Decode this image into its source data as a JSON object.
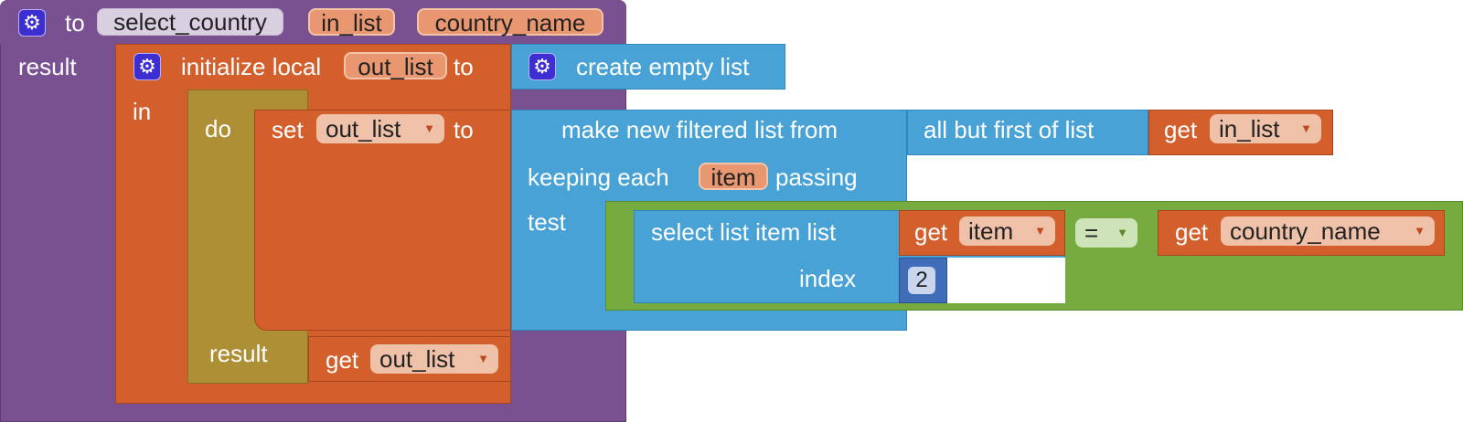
{
  "procedure": {
    "keyword": "to",
    "name": "select_country",
    "params": [
      "in_list",
      "country_name"
    ],
    "result_label": "result"
  },
  "init_local": {
    "label_pre": "initialize local",
    "var_name": "out_list",
    "label_post": "to",
    "in_label": "in"
  },
  "create_empty": {
    "label": "create empty list"
  },
  "do_block": {
    "do_label": "do",
    "result_label": "result"
  },
  "set_block": {
    "set_label": "set",
    "var": "out_list",
    "to_label": "to"
  },
  "filter_block": {
    "line1": "make new filtered list from",
    "keeping_label": "keeping each",
    "item_var": "item",
    "passing_label": "passing",
    "test_label": "test"
  },
  "all_but_first": {
    "label": "all but first of list"
  },
  "get_in_list": {
    "get_label": "get",
    "var": "in_list"
  },
  "compare": {
    "operator": "="
  },
  "select_item": {
    "label": "select list item  list",
    "index_label": "index"
  },
  "get_item": {
    "get_label": "get",
    "var": "item"
  },
  "get_country": {
    "get_label": "get",
    "var": "country_name"
  },
  "index_value": "2",
  "get_out_list": {
    "get_label": "get",
    "var": "out_list"
  },
  "dropdown_arrow": "▼",
  "colors": {
    "procedure": "#7a5190",
    "variables": "#d35f2c",
    "control": "#ad8f36",
    "lists": "#48a2d6",
    "logic": "#76ab3f",
    "math": "#3f6db8"
  },
  "icons": {
    "mutator": "gear-icon"
  }
}
